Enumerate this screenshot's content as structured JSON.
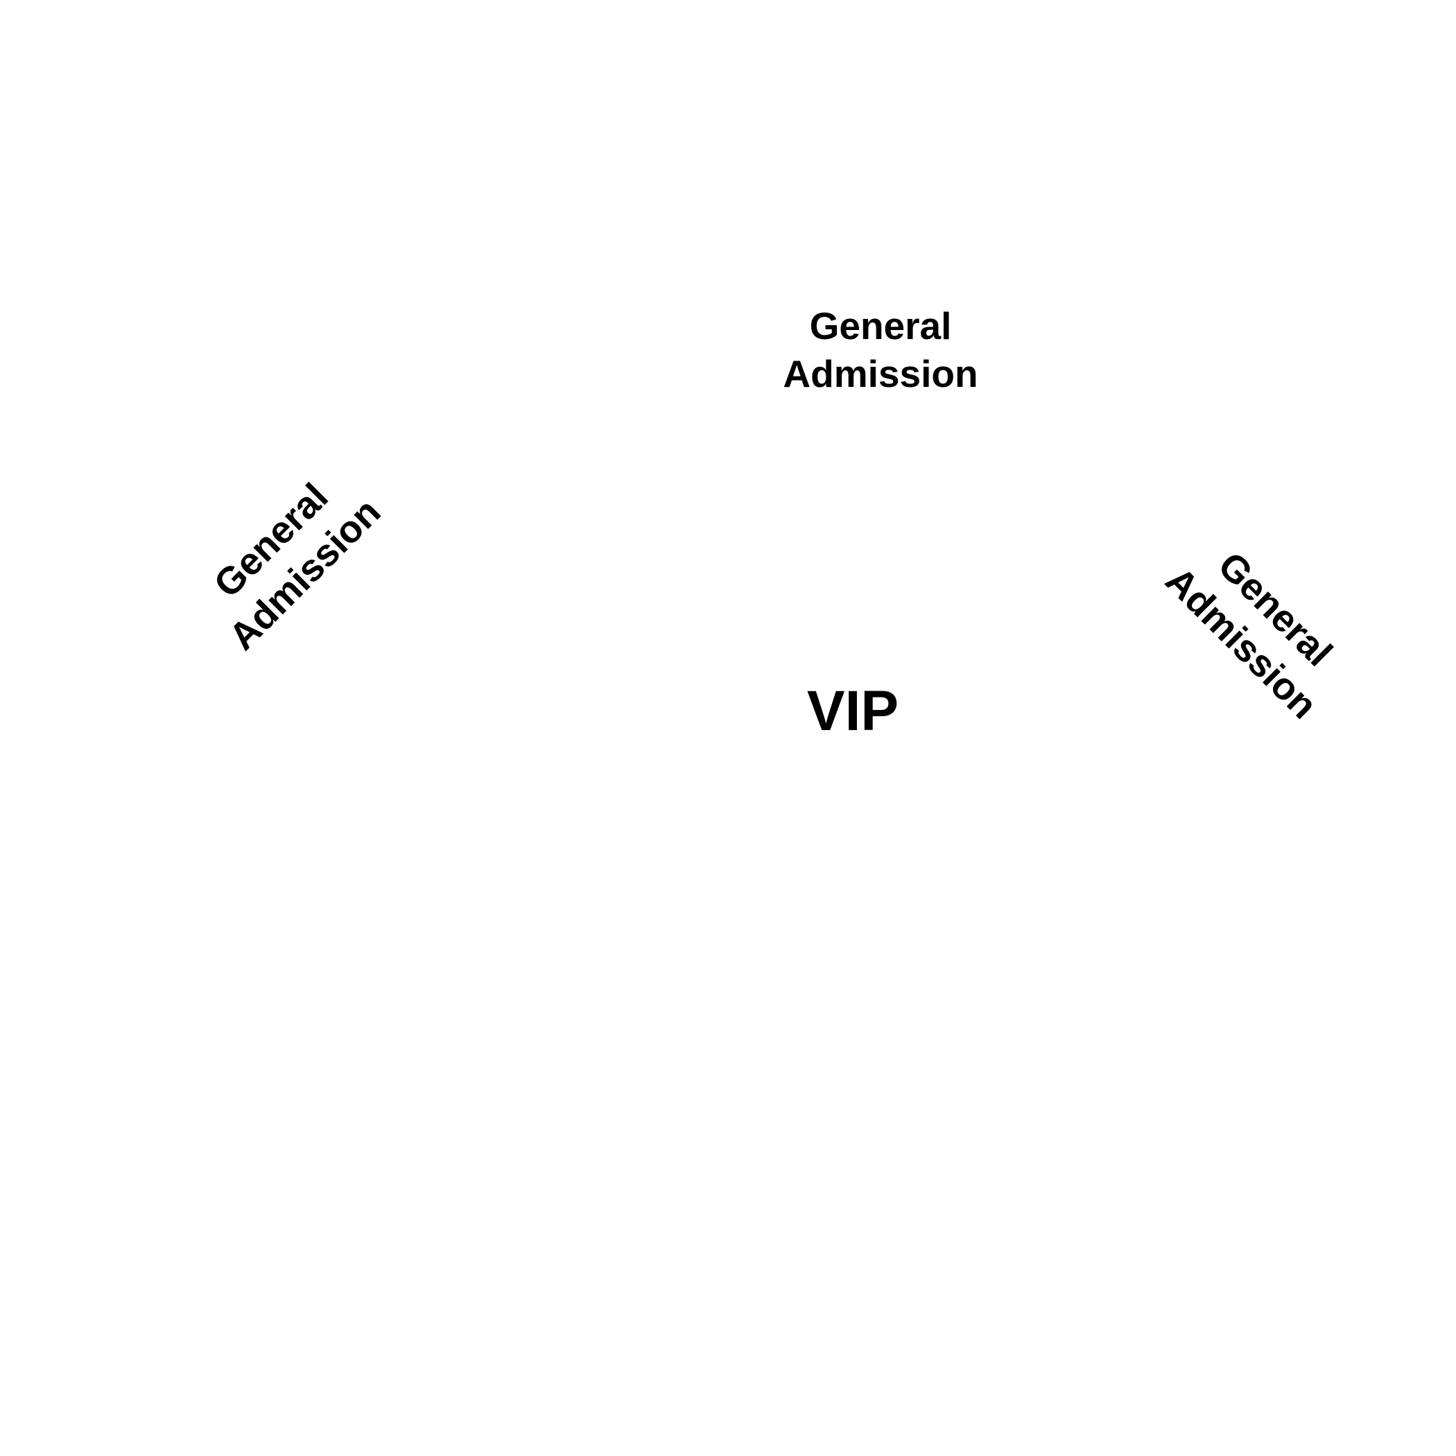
{
  "seating_map": {
    "background_color": "#ffffff",
    "text_color": "#000000",
    "sections": {
      "general_admission_top": {
        "line1": "General",
        "line2": "Admission"
      },
      "general_admission_left": {
        "line1": "General",
        "line2": "Admission"
      },
      "general_admission_right": {
        "line1": "General",
        "line2": "Admission"
      },
      "vip": {
        "label": "VIP"
      }
    }
  }
}
